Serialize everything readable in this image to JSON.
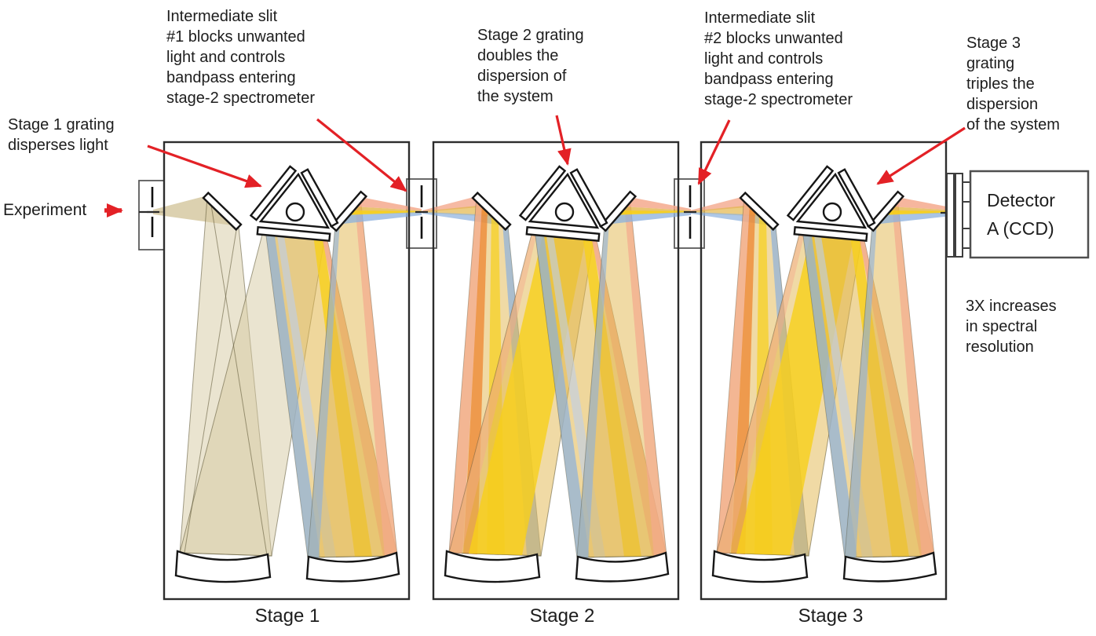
{
  "annotations": {
    "stage1_grating": "Stage 1 grating\ndisperses light",
    "slit1": "Intermediate slit\n#1 blocks unwanted\nlight and controls\nbandpass entering\nstage-2 spectrometer",
    "stage2_grating": "Stage 2 grating\ndoubles the\ndispersion of\nthe system",
    "slit2": "Intermediate slit\n#2 blocks unwanted\nlight and controls\nbandpass entering\nstage-2 spectrometer",
    "stage3_grating": "Stage 3\ngrating\ntriples the\ndispersion\nof the system",
    "experiment": "Experiment",
    "detector": "Detector\nA (CCD)",
    "resolution": "3X increases\nin spectral\nresolution"
  },
  "stage_labels": {
    "stage1": "Stage 1",
    "stage2": "Stage 2",
    "stage3": "Stage 3"
  },
  "colors": {
    "annotation_arrow": "#e32126",
    "text": "#1d1d1d",
    "enclosure_outline": "#2d2d2d",
    "beam_tan": "#d6c9a2",
    "beam_gold": "#e2b64b",
    "beam_yellow": "#f7d019",
    "beam_orange": "#ee8430",
    "beam_salmon": "#f4a98d",
    "beam_blue": "#8cb0de",
    "beam_light_blue": "#bccfec"
  }
}
